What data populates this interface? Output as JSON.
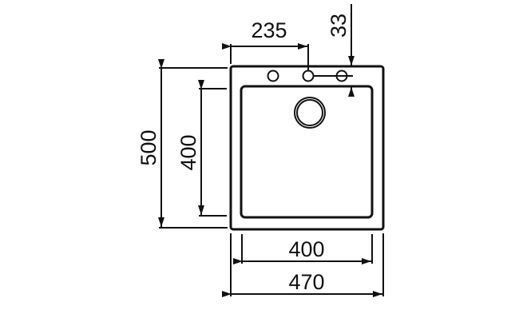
{
  "drawing": {
    "subject": "sink top view",
    "stroke_color": "#111111",
    "background_color": "#ffffff"
  },
  "dimensions": {
    "overall_height": "500",
    "basin_height": "400",
    "tap_offset": "235",
    "tap_edge_offset": "33",
    "basin_width": "400",
    "overall_width": "470"
  },
  "features": {
    "tap_holes": 3,
    "drain": "circular drain with double ring"
  }
}
